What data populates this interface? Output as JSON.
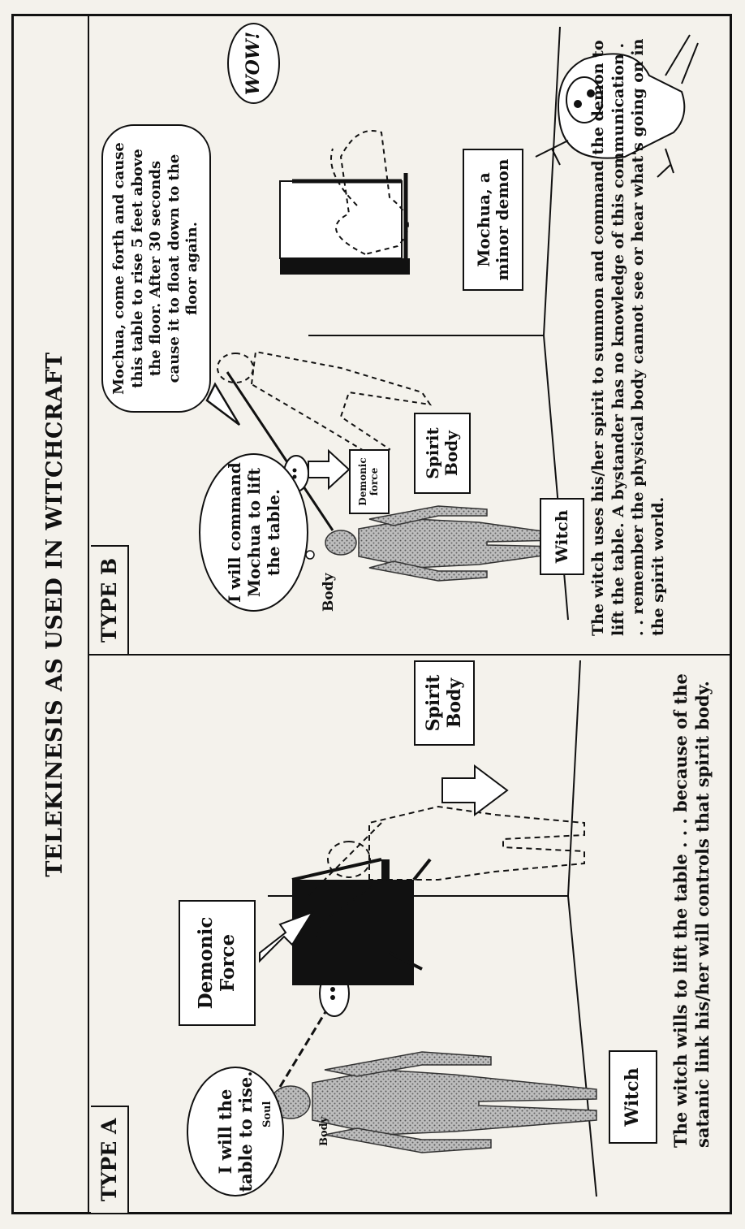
{
  "title": "TELEKINESIS AS USED IN WITCHCRAFT",
  "type_a": {
    "label": "TYPE A",
    "thought": "I will the table to rise.",
    "soul_label": "Soul",
    "body_label": "Body",
    "demonic_force": "Demonic Force",
    "spirit_body": "Spirit Body",
    "witch": "Witch",
    "caption": "The witch wills to lift the table . . . because of the satanic link his/her will controls that spirit body."
  },
  "type_b": {
    "label": "TYPE B",
    "thought": "I will command Mochua to lift the table.",
    "body_label": "Body",
    "demonic_force": "Demonic force",
    "spirit_body": "Spirit Body",
    "witch": "Witch",
    "speech": "Mochua, come forth and cause this table to rise 5 feet above the floor. After 30 seconds cause it to float down to the floor again.",
    "demon_label": "Mochua, a minor demon",
    "wow": "WOW!",
    "caption": "The witch uses his/her spirit to summon and command the demon to lift the table. A bystander has no knowledge of this communication . . . remember the physical body cannot see or hear what's going on in the spirit world."
  }
}
